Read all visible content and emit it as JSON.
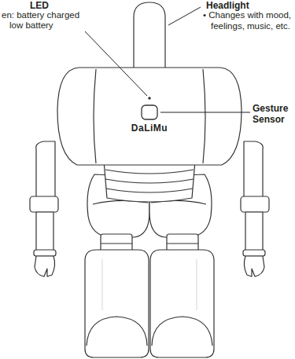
{
  "diagram": {
    "labels": [
      "LED",
      "en: battery charged",
      "low battery",
      "Headlight",
      "• Changes with mood, feelings, music, etc.",
      "Gesture Sensor",
      "DaLiMu"
    ]
  }
}
